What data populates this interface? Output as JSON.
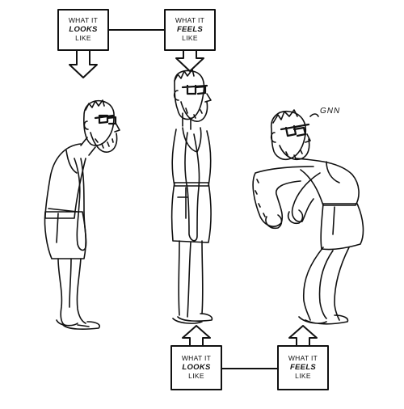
{
  "labels": {
    "top_left": {
      "line1": "WHAT IT",
      "emph": "LOOKS",
      "line3": "LIKE"
    },
    "top_right": {
      "line1": "WHAT IT",
      "emph": "FEELS",
      "line3": "LIKE"
    },
    "bottom_left": {
      "line1": "WHAT IT",
      "emph": "LOOKS",
      "line3": "LIKE"
    },
    "bottom_right": {
      "line1": "WHAT IT",
      "emph": "FEELS",
      "line3": "LIKE"
    }
  },
  "sound_effect": "GNN",
  "ink_color": "#111111",
  "paper_color": "#ffffff"
}
